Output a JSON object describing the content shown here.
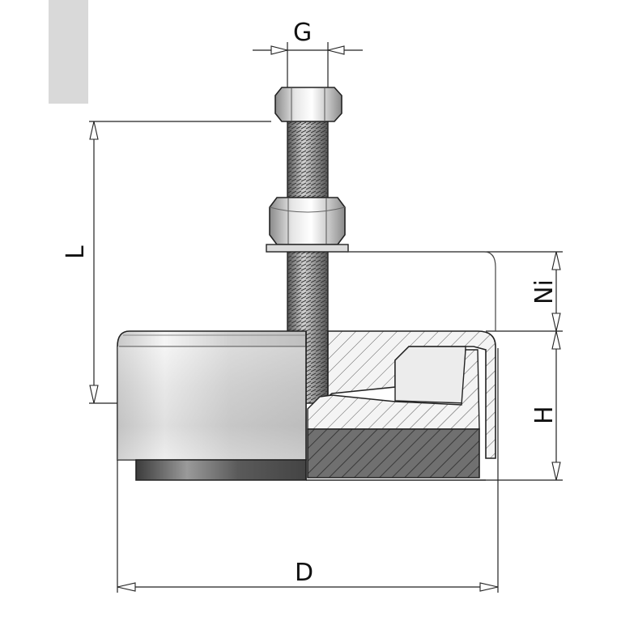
{
  "diagram": {
    "dimension_labels": {
      "G": "G",
      "L": "L",
      "Ni": "Ni",
      "H": "H",
      "D": "D"
    },
    "colors": {
      "line": "#222222",
      "metal_light": "#e8e8e8",
      "metal_mid": "#bdbdbd",
      "metal_dark": "#7a7a7a",
      "rubber": "#6e6e6e",
      "placeholder_block": "#d9d9d9"
    }
  }
}
